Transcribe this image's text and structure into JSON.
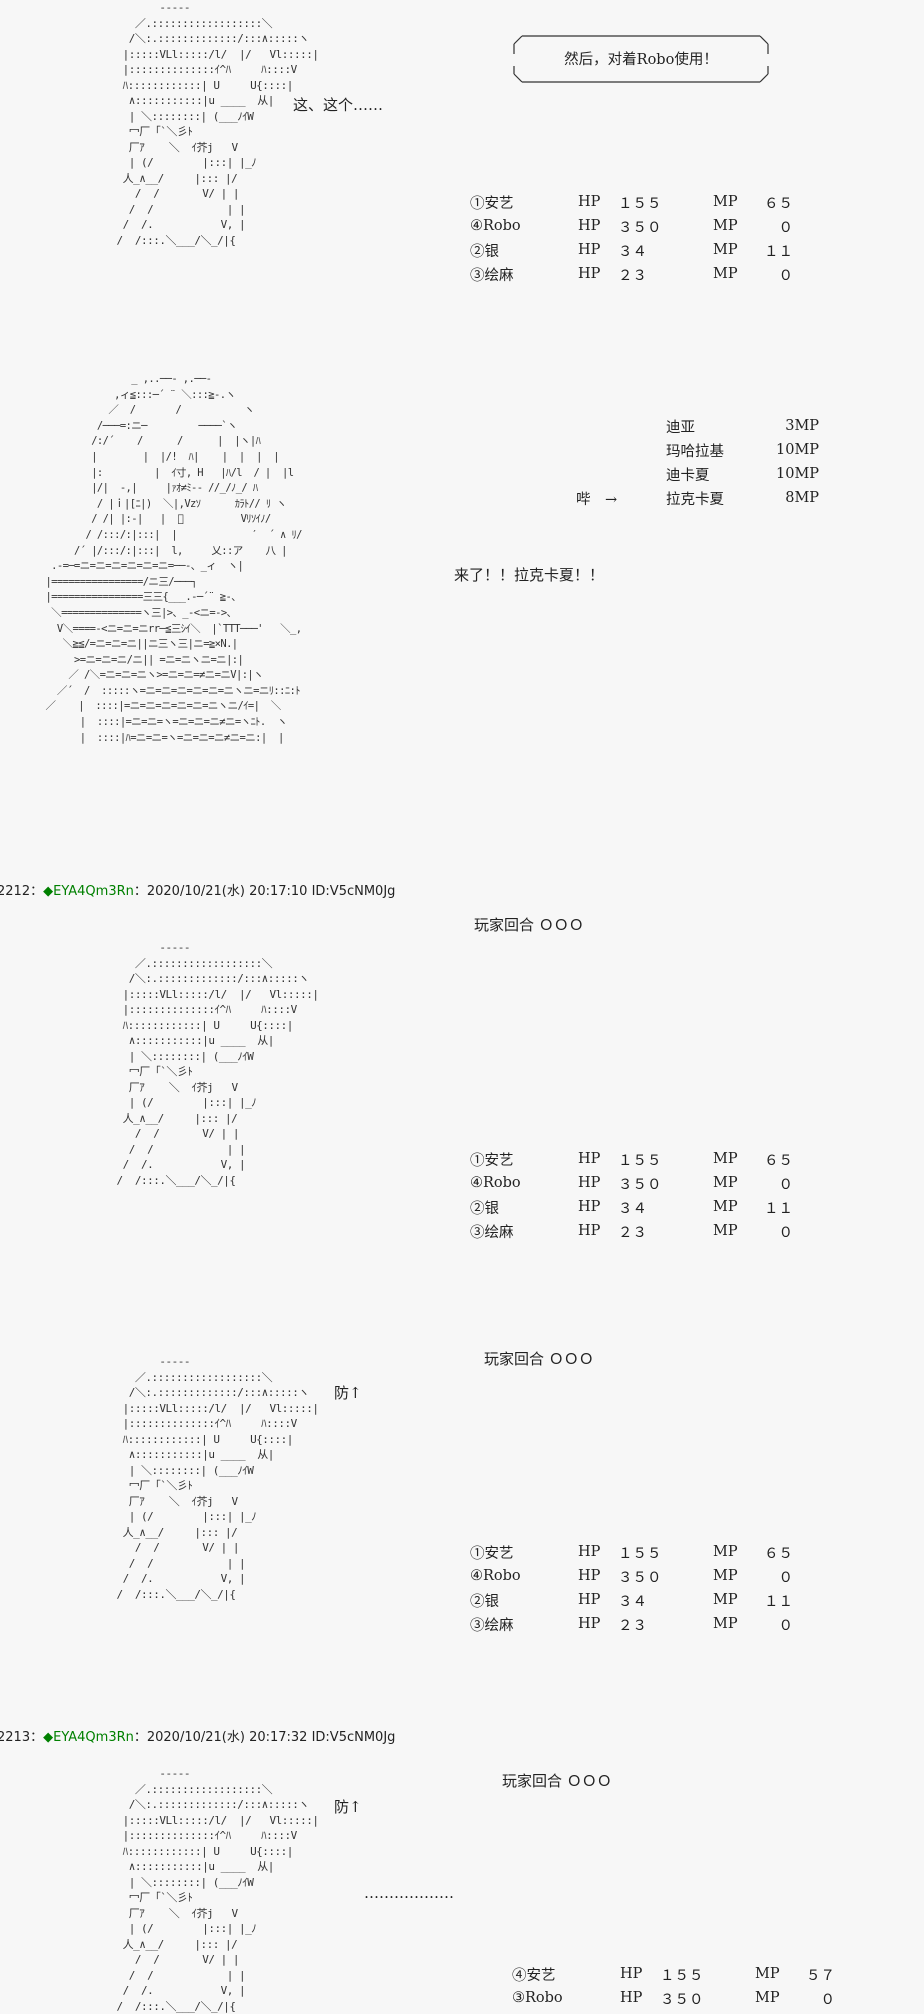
{
  "bubble_text": "然后，对着Robo使用！",
  "stammer": "这、这个……",
  "shout": "来了！！拉克卡夏！！",
  "arrow_label": "哔　→",
  "turn_text": "玩家回合 ＯＯＯ",
  "defense_text": "防↑",
  "ellipsis_text": "………………",
  "skills": [
    {
      "name": "迪亚",
      "mp": "3MP"
    },
    {
      "name": "玛哈拉基",
      "mp": "10MP"
    },
    {
      "name": "迪卡夏",
      "mp": "10MP"
    },
    {
      "name": "拉克卡夏",
      "mp": "8MP"
    }
  ],
  "party_a": [
    {
      "name": "①安艺",
      "hp_label": "HP",
      "hp": "１５５",
      "mp_label": "MP",
      "mp": "６５"
    },
    {
      "name": "④Robo",
      "hp_label": "HP",
      "hp": "３５０",
      "mp_label": "MP",
      "mp": "０"
    },
    {
      "name": "②银",
      "hp_label": "HP",
      "hp": "３４",
      "mp_label": "MP",
      "mp": "１１"
    },
    {
      "name": "③绘麻",
      "hp_label": "HP",
      "hp": "２３",
      "mp_label": "MP",
      "mp": "０"
    }
  ],
  "party_b": [
    {
      "name": "④安艺",
      "hp_label": "HP",
      "hp": "１５５",
      "mp_label": "MP",
      "mp": "５７"
    },
    {
      "name": "③Robo",
      "hp_label": "HP",
      "hp": "３５０",
      "mp_label": "MP",
      "mp": "０"
    }
  ],
  "posts": [
    {
      "num": "2212",
      "sep": "：",
      "name": "◆EYA4Qm3Rn",
      "date": "：2020/10/21(水) 20:17:10 ID:V5cNM0Jg"
    },
    {
      "num": "2213",
      "sep": "：",
      "name": "◆EYA4Qm3Rn",
      "date": "：2020/10/21(水) 20:17:32 ID:V5cNM0Jg"
    }
  ],
  "art_small": "           -----\n       ／.::::::::::::::::::＼\n      /＼:.:::::::::::::/:::∧:::::ヽ\n     |:::::VLl:::::/l/  |/   Vl:::::|\n     |::::::::::::::ｲ^ﾊ     ﾊ::::V\n     ﾊ::::::::::::| U     U{::::|\n      ∧:::::::::::|u ____  从|\n      | ＼::::::::| (___ﾉｲW\n      冖厂「`＼彡ﾄ\n      厂ｱ    ＼  ｲ芥j   V\n      | (/        |:::| |_ﾉ\n     人_∧__/     |::: |/\n       /  /       V/ | |\n      /  /            | |\n     /  /.           V, |\n    /  /:::.＼___/＼_/|{",
  "art_big": "                 _ ,..──- ,.──-\n              ,ィ≦:::─´ ¨ ＼:::≧-.ヽ\n             ／  /       /           ヽ\n           /───=:ニ─         ────`ヽ\n          /:/´    /      /      |  |ヽ|ﾊ\n          |        |  |/!  ﾊ|    |  |  |  |\n          |:         |  ｲ寸, H   |ﾊ/l  / |  |l\n          |/|  -,|     |ｧｵ≠ﾐ-‐ //_/ﾉ_/ ﾊ\n           / |ｉ|[ﾆ|)  ＼|,Vzｿ      ｶﾗﾄ// ﾘ ヽ\n          / /| |:-|   |  ﾞ          Vﾘｿｲﾉ/\n         / /:::/:|:::|  |             ′  ´ ∧ ﾘ/\n       /´ |/:::/:|:::|  l,     乂::ア    八 |\n   .-=─=ニ=ニ=ニ=ニ=ニ=ニ=──-、_ィ  ヽ|\n  |================/ニ三/───┐\n  |================三三{___.-─´¨ ≧-、\n   ＼==============ヽ三|>、_-<ニ=->、\n    V＼====-<ニ=ニ=ニrr─≦三ｼｲ＼  |`TTT───'   ＼_,\n     ＼≧≦/=ニ=ニ=ニ||ニ三ヽ三|ニ=≧×N.|\n       >=ニ=ニ=ニ/ニ|| =ニ=ニヽニ=ニ|:|\n      ／ /＼=ニ=ニ=ニヽ>=ニ=ニ=≠ニ=ニV|:|ヽ\n    ／´  /  :::::ヽ=ニ=ニ=ニ=ニ=ニ=ニヽニ=ニﾘ::ﾆ:ﾄ\n  ／    |  ::::|=ニ=ニ=ニ=ニ=ニ=ニヽニ/ｲ=|  ＼\n        |  ::::|=ニ=ニ=ヽ=ニ=ニ=ニ≠ニ=ヽﾆﾄ.  ヽ\n        |  ::::|ﾊ=ニ=ニ=ヽ=ニ=ニ=ニ≠ニ=ニ:|  |"
}
